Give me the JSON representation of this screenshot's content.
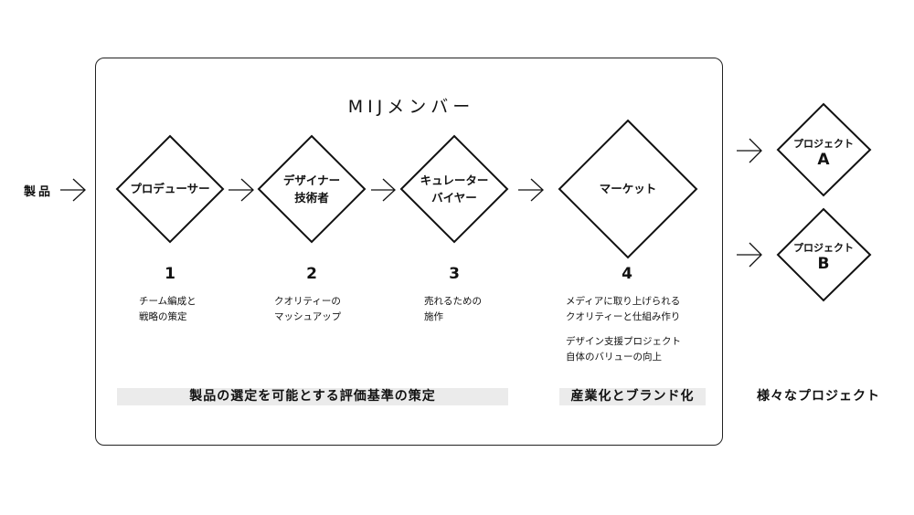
{
  "header": {
    "title": "MIJメンバー"
  },
  "input_label": "製品",
  "stages": [
    {
      "lines": [
        "プロデューサー"
      ],
      "number": "1",
      "desc": [
        "チーム編成と",
        "戦略の策定"
      ]
    },
    {
      "lines": [
        "デザイナー",
        "技術者"
      ],
      "number": "2",
      "desc": [
        "クオリティーの",
        "マッシュアップ"
      ]
    },
    {
      "lines": [
        "キュレーター",
        "バイヤー"
      ],
      "number": "3",
      "desc": [
        "売れるための",
        "施作"
      ]
    },
    {
      "lines": [
        "マーケット"
      ],
      "number": "4",
      "desc": [
        "メディアに取り上げられる",
        "クオリティーと仕組み作り",
        "デザイン支援プロジェクト",
        "自体のバリューの向上"
      ]
    }
  ],
  "bands": {
    "selection": "製品の選定を可能とする評価基準の策定",
    "industrialization": "産業化とブランド化",
    "projects": "様々なプロジェクト"
  },
  "projects": [
    {
      "label": "プロジェクト",
      "letter": "A"
    },
    {
      "label": "プロジェクト",
      "letter": "B"
    }
  ]
}
